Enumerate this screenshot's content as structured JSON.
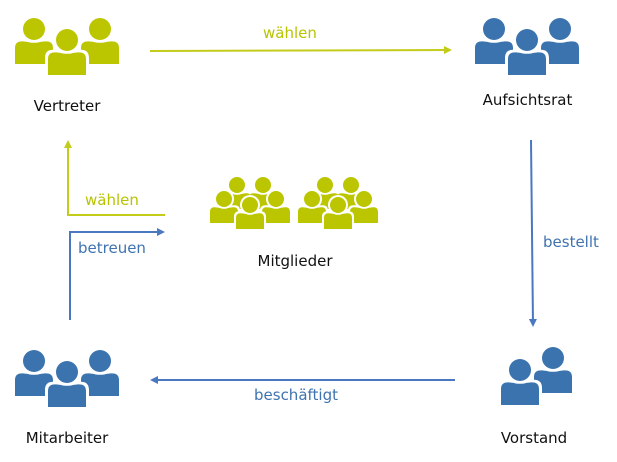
{
  "colors": {
    "green": "#bcc600",
    "blue": "#3b73ae",
    "green_line": "#c3cc1a",
    "blue_line": "#4a78c0"
  },
  "nodes": {
    "vertreter": {
      "label": "Vertreter",
      "icon": "group-of-three-people-icon",
      "color": "green"
    },
    "aufsichtsrat": {
      "label": "Aufsichtsrat",
      "icon": "group-of-three-people-icon",
      "color": "blue"
    },
    "mitglieder": {
      "label": "Mitglieder",
      "icon": "two-groups-of-five-people-icon",
      "color": "green"
    },
    "mitarbeiter": {
      "label": "Mitarbeiter",
      "icon": "group-of-three-people-icon",
      "color": "blue"
    },
    "vorstand": {
      "label": "Vorstand",
      "icon": "pair-of-people-icon",
      "color": "blue"
    }
  },
  "edges": {
    "vertreter_to_aufsichtsrat": {
      "label": "wählen",
      "from": "Vertreter",
      "to": "Aufsichtsrat",
      "color": "green"
    },
    "aufsichtsrat_to_vorstand": {
      "label": "bestellt",
      "from": "Aufsichtsrat",
      "to": "Vorstand",
      "color": "blue"
    },
    "vorstand_to_mitarbeiter": {
      "label": "beschäftigt",
      "from": "Vorstand",
      "to": "Mitarbeiter",
      "color": "blue"
    },
    "mitglieder_to_vertreter": {
      "label": "wählen",
      "from": "Mitglieder",
      "to": "Vertreter",
      "color": "green"
    },
    "mitarbeiter_to_mitglieder": {
      "label": "betreuen",
      "from": "Mitarbeiter",
      "to": "Mitglieder",
      "color": "blue"
    }
  }
}
